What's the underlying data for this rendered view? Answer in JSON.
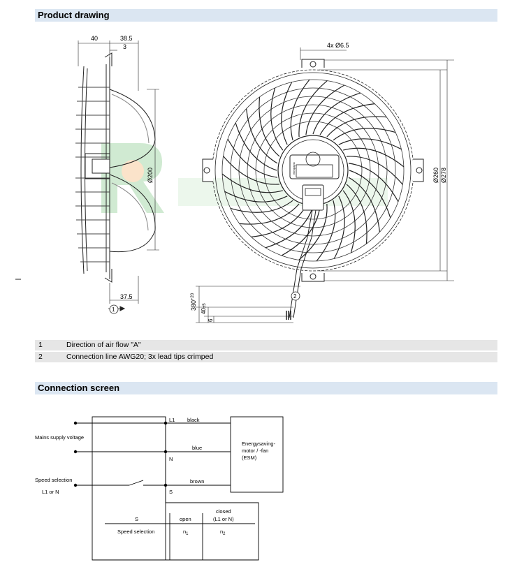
{
  "sections": {
    "drawing_title": "Product drawing",
    "connection_title": "Connection screen"
  },
  "drawing": {
    "dims": {
      "d40": "40",
      "d38_5": "38.5",
      "d3": "3",
      "d37_5": "37.5",
      "d200": "Ø200",
      "holes": "4x Ø6.5",
      "d260": "Ø260",
      "d278": "Ø278",
      "lead_len": "380",
      "lead_tol": "+20",
      "strip_len": "40",
      "strip_tol": "±5",
      "d6": "6"
    },
    "callouts": {
      "c1": "1",
      "c2": "2"
    },
    "label_plate": "ebmpapst"
  },
  "legend": [
    {
      "num": "1",
      "text": "Direction of air flow \"A\""
    },
    {
      "num": "2",
      "text": "Connection line AWG20; 3x lead tips crimped"
    }
  ],
  "connection": {
    "mains": "Mains supply voltage",
    "speed_sel": "Speed selection",
    "l1n": "L1 or N",
    "term_l1": "L1",
    "term_n": "N",
    "term_s": "S",
    "wire_black": "black",
    "wire_blue": "blue",
    "wire_brown": "brown",
    "motor_l1": "Energysaving-",
    "motor_l2": "motor / -fan",
    "motor_l3": "(ESM)",
    "table": {
      "h_s": "S",
      "h_open": "open",
      "h_closed1": "closed",
      "h_closed2": "(L1 or N)",
      "r_label": "Speed selection",
      "r_open": "n",
      "r_open_sub": "1",
      "r_closed": "n",
      "r_closed_sub": "2"
    }
  }
}
